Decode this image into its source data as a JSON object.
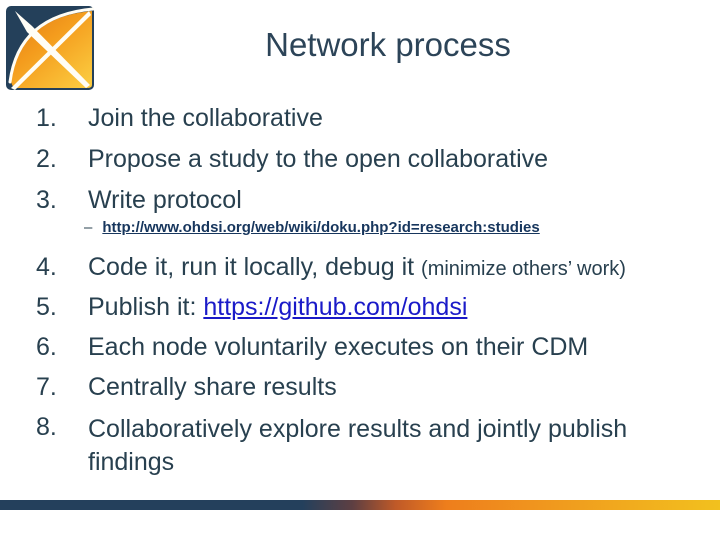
{
  "slide": {
    "title": "Network process",
    "logo_name": "ohdsi-logo",
    "colors": {
      "text": "#28404f",
      "navy": "#24405c",
      "link_dark": "#17365d",
      "link_blue": "#1a1ac8",
      "orange": "#ee7e1c",
      "gold": "#f2c11e"
    },
    "list": {
      "items": [
        {
          "number": "1.",
          "text": "Join the collaborative"
        },
        {
          "number": "2.",
          "text": "Propose a study to the open collaborative"
        },
        {
          "number": "3.",
          "text": "Write protocol"
        },
        {
          "number": "4.",
          "text": "Code it, run it locally, debug it ",
          "note": "(minimize others’ work)"
        },
        {
          "number": "5.",
          "text": "Publish it: ",
          "link": "https://github.com/ohdsi"
        },
        {
          "number": "6.",
          "text": "Each node voluntarily executes on their CDM"
        },
        {
          "number": "7.",
          "text": "Centrally share results"
        },
        {
          "number": "8.",
          "text": "Collaboratively explore results and jointly publish findings"
        }
      ],
      "sub_bullet": {
        "dash": "–",
        "link": "http://www.ohdsi.org/web/wiki/doku.php?id=research:studies"
      }
    }
  }
}
